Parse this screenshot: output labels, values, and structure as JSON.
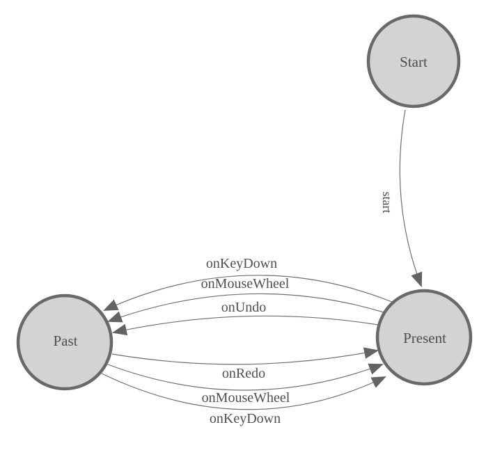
{
  "diagram": {
    "kind": "state-machine",
    "nodes": [
      {
        "id": "start",
        "label": "Start"
      },
      {
        "id": "past",
        "label": "Past"
      },
      {
        "id": "present",
        "label": "Present"
      }
    ],
    "edges": [
      {
        "from": "Start",
        "to": "Present",
        "label": "start"
      },
      {
        "from": "Present",
        "to": "Past",
        "label": "onKeyDown"
      },
      {
        "from": "Present",
        "to": "Past",
        "label": "onMouseWheel"
      },
      {
        "from": "Present",
        "to": "Past",
        "label": "onUndo"
      },
      {
        "from": "Past",
        "to": "Present",
        "label": "onRedo"
      },
      {
        "from": "Past",
        "to": "Present",
        "label": "onMouseWheel"
      },
      {
        "from": "Past",
        "to": "Present",
        "label": "onKeyDown"
      }
    ],
    "colors": {
      "background": "#ffffff",
      "node_fill": "#d3d3d3",
      "node_border": "#696969",
      "edge_stroke": "#6e6e6e",
      "arrow_fill": "#636363",
      "label_text": "#4f4f4f"
    }
  }
}
